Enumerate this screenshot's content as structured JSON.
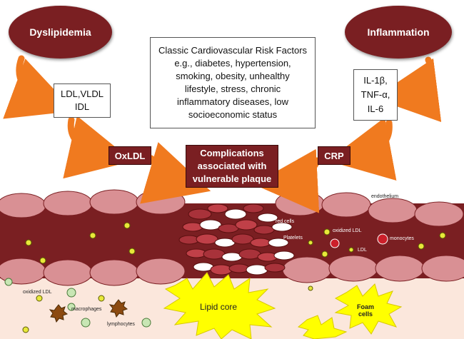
{
  "ovals": {
    "dyslipidemia": "Dyslipidemia",
    "inflammation": "Inflammation"
  },
  "boxes": {
    "ldl_line1": "LDL,VLDL",
    "ldl_line2": "IDL",
    "classic_lines": [
      "Classic Cardiovascular Risk Factors",
      "e.g., diabetes, hypertension,",
      "smoking, obesity, unhealthy",
      "lifestyle, stress, chronic",
      "inflammatory diseases, low",
      "socioeconomic status"
    ],
    "il_lines": [
      "IL-1β,",
      "TNF-α,",
      "IL-6"
    ]
  },
  "tags": {
    "oxldl": "OxLDL",
    "crp": "CRP",
    "complications_lines": [
      "Complications",
      "associated with",
      "vulnerable plaque"
    ]
  },
  "vessel_labels": {
    "endothelium": "endothelium",
    "red_cells": "red cells",
    "platelets": "Platelets",
    "oxidized_ldl_wall": "oxidized LDL",
    "monocytes": "monocytes",
    "ldl": "LDL",
    "oxidized_ldl_lumen": "oxidized LDL",
    "macrophages": "macrophages",
    "lymphocytes": "lymphocytes",
    "lipid_core": "Lipid core",
    "foam_line1": "Foam",
    "foam_line2": "cells"
  },
  "colors": {
    "vessel_wall": "#7a1f22",
    "endothelial_cell": "#d99094",
    "intima": "#fbe7dc",
    "arrow": "#f07a1f",
    "lipid": "#ffff00",
    "ldl_particle": "#e8e83a",
    "monocyte": "#cc1f2a",
    "macrophage": "#8c4a10",
    "lymphocyte": "#c8e6b4"
  }
}
